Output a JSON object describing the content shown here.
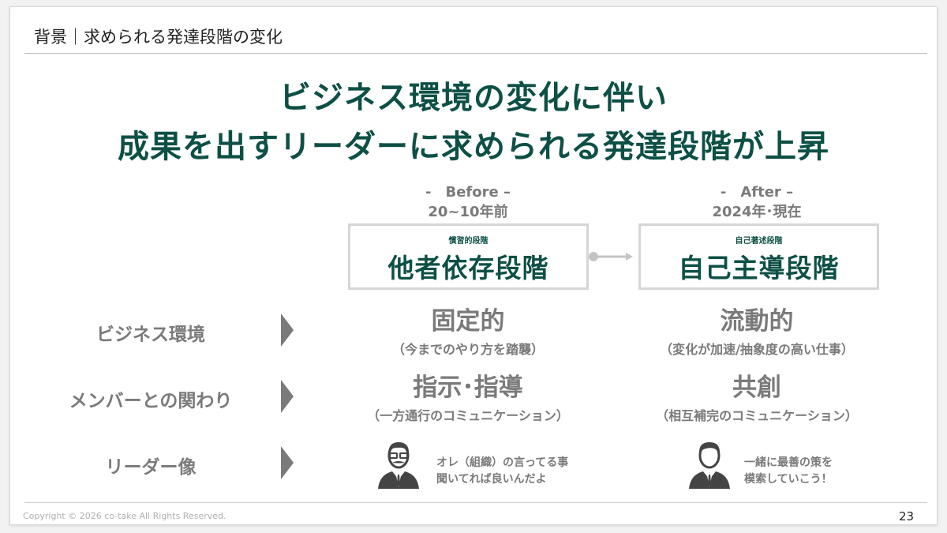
{
  "header": {
    "title": "背景｜求められる発達段階の変化"
  },
  "headline": {
    "line1": "ビジネス環境の変化に伴い",
    "line2": "成果を出すリーダーに求められる発達段階が上昇"
  },
  "before": {
    "label": "-　Before –",
    "period": "20~10年前",
    "stage_sub": "慣習的段階",
    "stage": "他者依存段階"
  },
  "after": {
    "label": "-　After –",
    "period": "2024年･現在",
    "stage_sub": "自己著述段階",
    "stage": "自己主導段階"
  },
  "rows": [
    {
      "label": "ビジネス環境",
      "before": "固定的",
      "before_sub": "（今までのやり方を踏襲）",
      "after": "流動的",
      "after_sub": "（変化が加速/抽象度の高い仕事）"
    },
    {
      "label": "メンバーとの関わり",
      "before": "指示･指導",
      "before_sub": "（一方通行のコミュニケーション）",
      "after": "共創",
      "after_sub": "（相互補完のコミュニケーション）"
    },
    {
      "label": "リーダー像",
      "before_quote": [
        "オレ（組織）の言ってる事",
        "聞いてれば良いんだよ"
      ],
      "after_quote": [
        "一緒に最善の策を",
        "模索していこう！"
      ]
    }
  ],
  "footer": {
    "copyright": "Copyright © 2026 co-take All Rights Reserved.",
    "page": "23"
  },
  "colors": {
    "accent": "#0d5045",
    "gray": "#7a7a7a"
  }
}
